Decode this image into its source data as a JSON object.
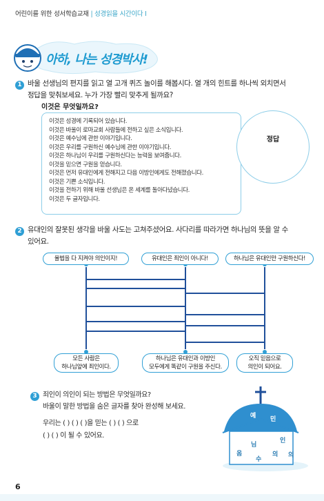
{
  "header": {
    "title": "어린이를 위한 성서학습교재",
    "sub": "성경읽을 시간이다 I"
  },
  "banner": {
    "title": "아하, 나는 성경박사!"
  },
  "q1": {
    "number": "1",
    "text_line1": "바울 선생님의 편지를 읽고 열 고개 퀴즈 놀이를 해봅시다. 열 개의 힌트를 하나씩 외치면서",
    "text_line2": "정답을 맞춰보세요. 누가 가장 빨리 맞추게 될까요?",
    "box_label": "이것은 무엇일까요?",
    "hints": [
      "이것은 성경에 기록되어 있습니다.",
      "이것은 바울이 로마교회 사람들에 전하고 싶은 소식입니다.",
      "이것은 예수님에 관한 이야기입니다.",
      "이것은 우리를 구원하신 예수님에 관한 이야기입니다.",
      "이것은 하나님이 우리를 구원하신다는 능력을 보여줍니다.",
      "이것을 믿으면 구원을 얻습니다.",
      "이것은 먼저 유대인에게 전해지고 다음 이방인에게도 전해졌습니다.",
      "이것은 기쁜 소식입니다.",
      "이것을 전하기 위해 바울 선생님은 온 세계를 돌아다녔습니다.",
      "이것은 두 글자입니다."
    ],
    "answer_label": "정답"
  },
  "q2": {
    "number": "2",
    "text_line1": "유대인의 잘못된 생각을 바울 사도는 고쳐주셨어요. 사다리를 따라가면 하나님의 뜻을 알 수",
    "text_line2": "있어요.",
    "top_labels": [
      "율법을 다 지켜야 의인이지!",
      "유대인은 죄인이 아니다!",
      "하나님은 유대인만 구원하신다!"
    ],
    "bottom_labels": [
      [
        "모든 사람은",
        "하나님앞에 죄인이다."
      ],
      [
        "하나님은 유대인과 이방인",
        "모두에게 똑같이 구원을 주신다."
      ],
      [
        "오직 믿음으로",
        "의인이 되어요."
      ]
    ]
  },
  "q3": {
    "number": "3",
    "text_line1": "죄인이 의인이 되는 방법은 무엇일까요?",
    "text_line2": "바울이 말한 방법을 숨은 글자를 찾아 완성해 보세요.",
    "fill_line1": "우리는 (      ) (      ) (      )을 믿는 (      ) (      ) 으로",
    "fill_line2": "(      ) (      ) 이 될 수 있어요.",
    "church_letters": [
      "예",
      "민",
      "님",
      "인",
      "옴",
      "수",
      "의",
      "의"
    ]
  },
  "page_number": "6"
}
